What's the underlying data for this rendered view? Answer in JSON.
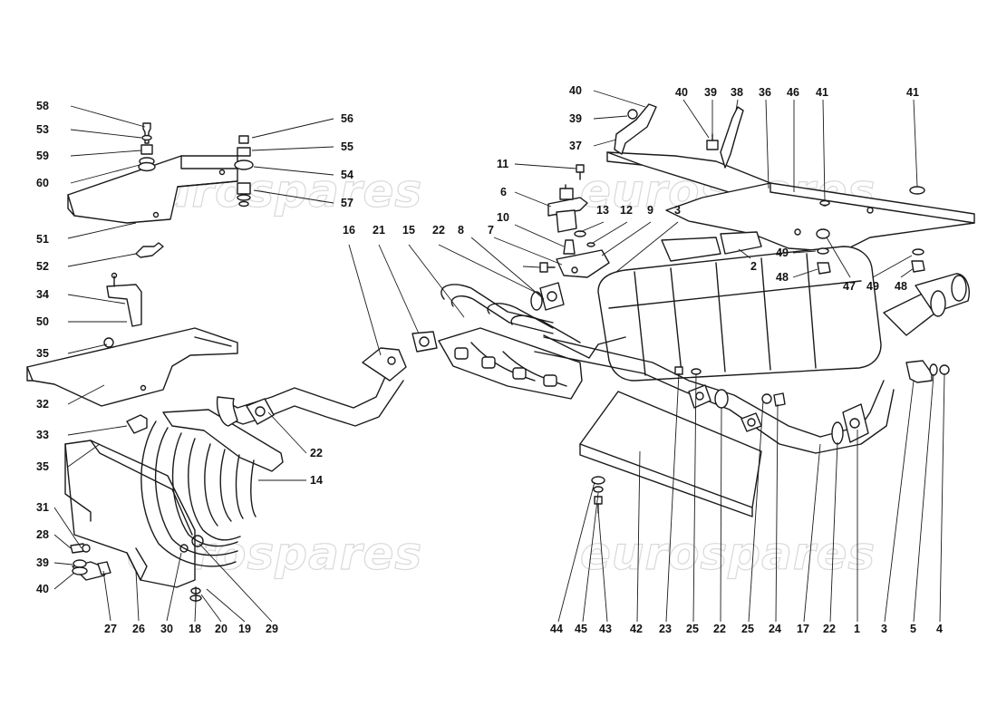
{
  "watermark": "eurospares",
  "colors": {
    "line": "#1a1a1a",
    "background": "#ffffff",
    "watermark": "#d9d9d9"
  },
  "callouts": [
    {
      "id": "c58",
      "text": "58"
    },
    {
      "id": "c53",
      "text": "53"
    },
    {
      "id": "c59",
      "text": "59"
    },
    {
      "id": "c60",
      "text": "60"
    },
    {
      "id": "c56",
      "text": "56"
    },
    {
      "id": "c55",
      "text": "55"
    },
    {
      "id": "c54",
      "text": "54"
    },
    {
      "id": "c57",
      "text": "57"
    },
    {
      "id": "c51",
      "text": "51"
    },
    {
      "id": "c52",
      "text": "52"
    },
    {
      "id": "c34",
      "text": "34"
    },
    {
      "id": "c50",
      "text": "50"
    },
    {
      "id": "c35a",
      "text": "35"
    },
    {
      "id": "c32",
      "text": "32"
    },
    {
      "id": "c33",
      "text": "33"
    },
    {
      "id": "c35b",
      "text": "35"
    },
    {
      "id": "c31",
      "text": "31"
    },
    {
      "id": "c28",
      "text": "28"
    },
    {
      "id": "c39a",
      "text": "39"
    },
    {
      "id": "c40a",
      "text": "40"
    },
    {
      "id": "c27",
      "text": "27"
    },
    {
      "id": "c26",
      "text": "26"
    },
    {
      "id": "c30",
      "text": "30"
    },
    {
      "id": "c18",
      "text": "18"
    },
    {
      "id": "c20",
      "text": "20"
    },
    {
      "id": "c19",
      "text": "19"
    },
    {
      "id": "c29",
      "text": "29"
    },
    {
      "id": "c14",
      "text": "14"
    },
    {
      "id": "c22a",
      "text": "22"
    },
    {
      "id": "c16",
      "text": "16"
    },
    {
      "id": "c21",
      "text": "21"
    },
    {
      "id": "c15",
      "text": "15"
    },
    {
      "id": "c22b",
      "text": "22"
    },
    {
      "id": "c8",
      "text": "8"
    },
    {
      "id": "c7",
      "text": "7"
    },
    {
      "id": "c10",
      "text": "10"
    },
    {
      "id": "c6",
      "text": "6"
    },
    {
      "id": "c11",
      "text": "11"
    },
    {
      "id": "c13",
      "text": "13"
    },
    {
      "id": "c12",
      "text": "12"
    },
    {
      "id": "c9",
      "text": "9"
    },
    {
      "id": "c3a",
      "text": "3"
    },
    {
      "id": "c2",
      "text": "2"
    },
    {
      "id": "c40b",
      "text": "40"
    },
    {
      "id": "c39b",
      "text": "39"
    },
    {
      "id": "c37",
      "text": "37"
    },
    {
      "id": "c40c",
      "text": "40"
    },
    {
      "id": "c39c",
      "text": "39"
    },
    {
      "id": "c38",
      "text": "38"
    },
    {
      "id": "c36",
      "text": "36"
    },
    {
      "id": "c46",
      "text": "46"
    },
    {
      "id": "c41a",
      "text": "41"
    },
    {
      "id": "c41b",
      "text": "41"
    },
    {
      "id": "c49a",
      "text": "49"
    },
    {
      "id": "c48a",
      "text": "48"
    },
    {
      "id": "c47",
      "text": "47"
    },
    {
      "id": "c49b",
      "text": "49"
    },
    {
      "id": "c48b",
      "text": "48"
    },
    {
      "id": "c44",
      "text": "44"
    },
    {
      "id": "c45",
      "text": "45"
    },
    {
      "id": "c43",
      "text": "43"
    },
    {
      "id": "c42",
      "text": "42"
    },
    {
      "id": "c23",
      "text": "23"
    },
    {
      "id": "c25a",
      "text": "25"
    },
    {
      "id": "c22c",
      "text": "22"
    },
    {
      "id": "c25b",
      "text": "25"
    },
    {
      "id": "c24",
      "text": "24"
    },
    {
      "id": "c17",
      "text": "17"
    },
    {
      "id": "c22d",
      "text": "22"
    },
    {
      "id": "c1",
      "text": "1"
    },
    {
      "id": "c3b",
      "text": "3"
    },
    {
      "id": "c5",
      "text": "5"
    },
    {
      "id": "c4",
      "text": "4"
    }
  ]
}
